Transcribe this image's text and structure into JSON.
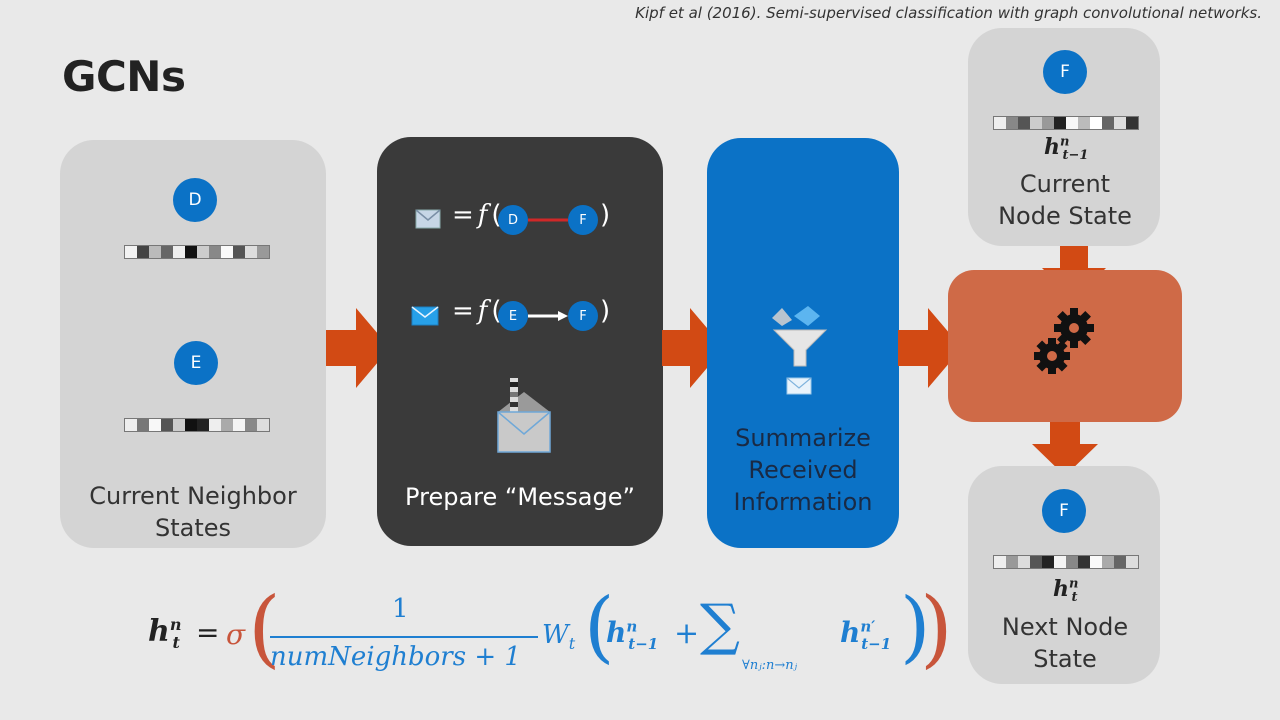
{
  "citation": "Kipf et al (2016). Semi-supervised classification with graph convolutional networks.",
  "title": "GCNs",
  "panels": {
    "neighbors": {
      "label": "Current Neighbor States",
      "nodes": [
        "D",
        "E"
      ]
    },
    "message": {
      "label": "Prepare “Message”",
      "eq_prefix": "=",
      "eq_func": "f",
      "eq_open": "(",
      "eq_close": ")",
      "row1": {
        "from": "D",
        "to": "F"
      },
      "row2": {
        "from": "E",
        "to": "F"
      }
    },
    "summarize": {
      "label": "Summarize Received Information"
    },
    "current": {
      "node": "F",
      "h_base": "h",
      "h_sup": "n",
      "h_sub": "t−1",
      "label": "Current Node State"
    },
    "next": {
      "node": "F",
      "h_base": "h",
      "h_sup": "n",
      "h_sub": "t",
      "label": "Next Node State"
    }
  },
  "formula": {
    "lhs_base": "h",
    "lhs_sup": "n",
    "lhs_sub": "t",
    "equals": "=",
    "sigma": "σ",
    "numerator": "1",
    "denominator": "numNeighbors + 1",
    "w": "W",
    "w_sub": "t",
    "h1_base": "h",
    "h1_sup": "n",
    "h1_sub": "t−1",
    "plus": "+",
    "sum": "∑",
    "sum_sub": "∀nⱼ:n→nⱼ",
    "h2_base": "h",
    "h2_sup": "n′",
    "h2_sub": "t−1"
  },
  "colors": {
    "accent_blue": "#0b72c6",
    "arrow_orange": "#d24a14",
    "formula_blue": "#1f7fd1",
    "formula_red": "#c8553b"
  },
  "icons": [
    "envelope-icon",
    "open-envelope-icon",
    "funnel-icon",
    "gears-icon"
  ]
}
